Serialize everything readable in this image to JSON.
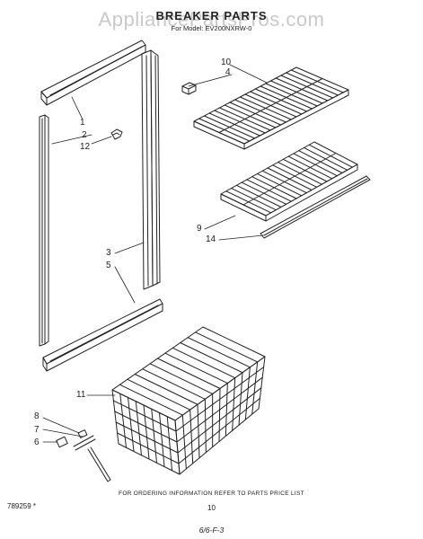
{
  "watermark": "AppliancePartsPros.com",
  "header": {
    "title": "BREAKER PARTS",
    "model_line": "For Model: EV200NXRW-0"
  },
  "callouts": {
    "c1": "1",
    "c2": "2",
    "c12": "12",
    "c10": "10",
    "c4": "4",
    "c9": "9",
    "c14": "14",
    "c3": "3",
    "c5": "5",
    "c11": "11",
    "c8": "8",
    "c7": "7",
    "c6": "6"
  },
  "footer": {
    "ordering_note": "FOR ORDERING INFORMATION REFER TO PARTS PRICE LIST",
    "doc_number": "789259 *",
    "page_number": "10",
    "handwritten_note": "6/6-F-3"
  }
}
